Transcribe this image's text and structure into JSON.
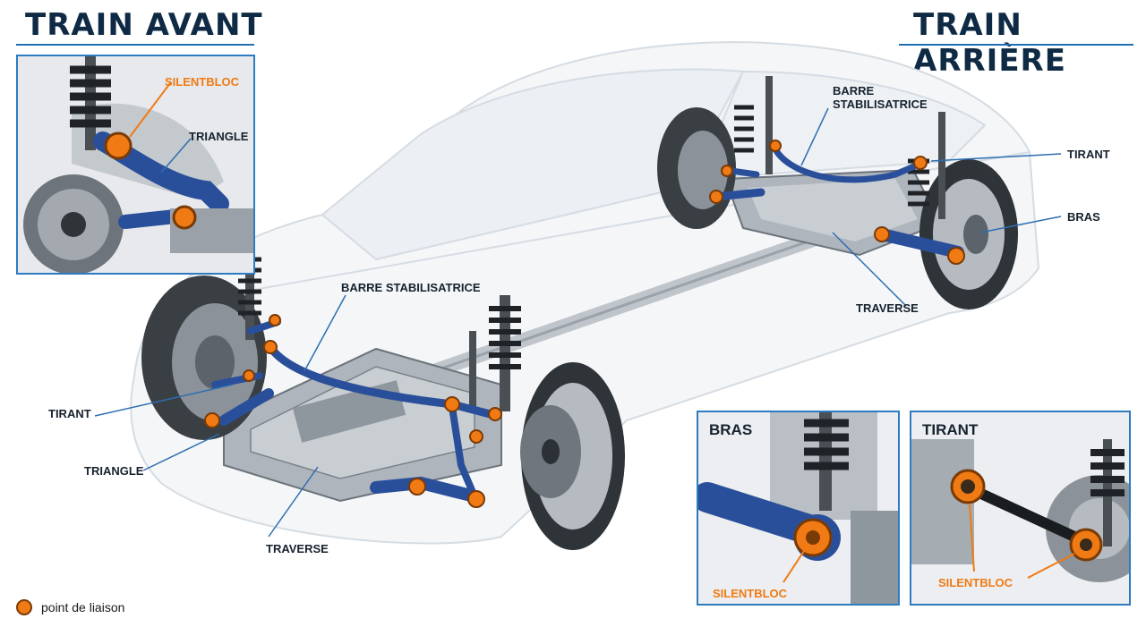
{
  "titles": {
    "front": "TRAIN AVANT",
    "rear": "TRAIN ARRIÈRE"
  },
  "inset_front": {
    "silentbloc": "SILENTBLOC",
    "triangle": "TRIANGLE"
  },
  "front_labels": {
    "barre_stabilisatrice": "BARRE STABILISATRICE",
    "tirant": "TIRANT",
    "triangle": "TRIANGLE",
    "traverse": "TRAVERSE"
  },
  "rear_labels": {
    "barre_stabilisatrice_l1": "BARRE",
    "barre_stabilisatrice_l2": "STABILISATRICE",
    "tirant": "TIRANT",
    "bras": "BRAS",
    "traverse": "TRAVERSE"
  },
  "inset_bras": {
    "title": "BRAS",
    "silentbloc": "SILENTBLOC"
  },
  "inset_tirant": {
    "title": "TIRANT",
    "silentbloc": "SILENTBLOC"
  },
  "legend": {
    "text": "point de liaison"
  },
  "colors": {
    "arm_blue": "#2a4f9a",
    "bushing_orange": "#f07a14",
    "title_navy": "#0f2a44",
    "frame_blue": "#2d7bc0"
  }
}
